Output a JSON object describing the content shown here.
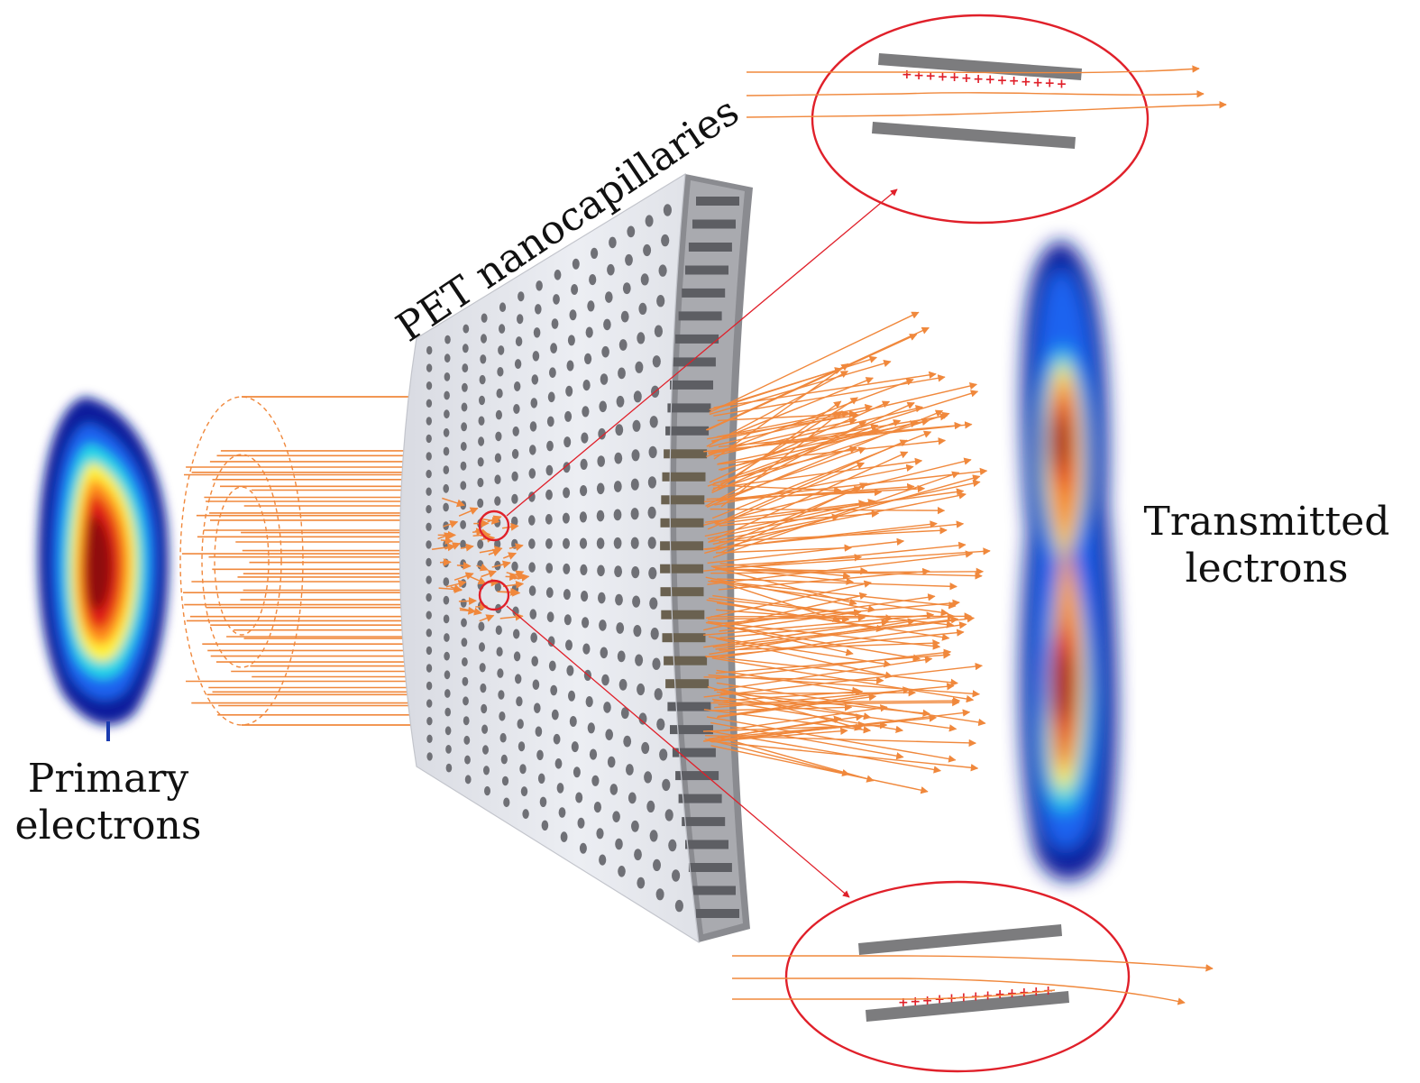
{
  "labels": {
    "pet_title": "PET nanocapillaries",
    "primary_line1": "Primary",
    "primary_line2": "electrons",
    "transmitted_line1": "Transmitted",
    "transmitted_line2": "lectrons",
    "charge_sign": "+"
  },
  "colors": {
    "beam": "#f0883c",
    "callout": "#e0202a",
    "plate_face": "#e4e6ec",
    "plate_edge": "#7a7b80",
    "capillary_wall": "#7c7c7e",
    "charge": "#e0202a"
  },
  "icons": {
    "primary_spot": "beam-spot-heatmap",
    "transmitted_spot": "split-beam-heatmap"
  }
}
